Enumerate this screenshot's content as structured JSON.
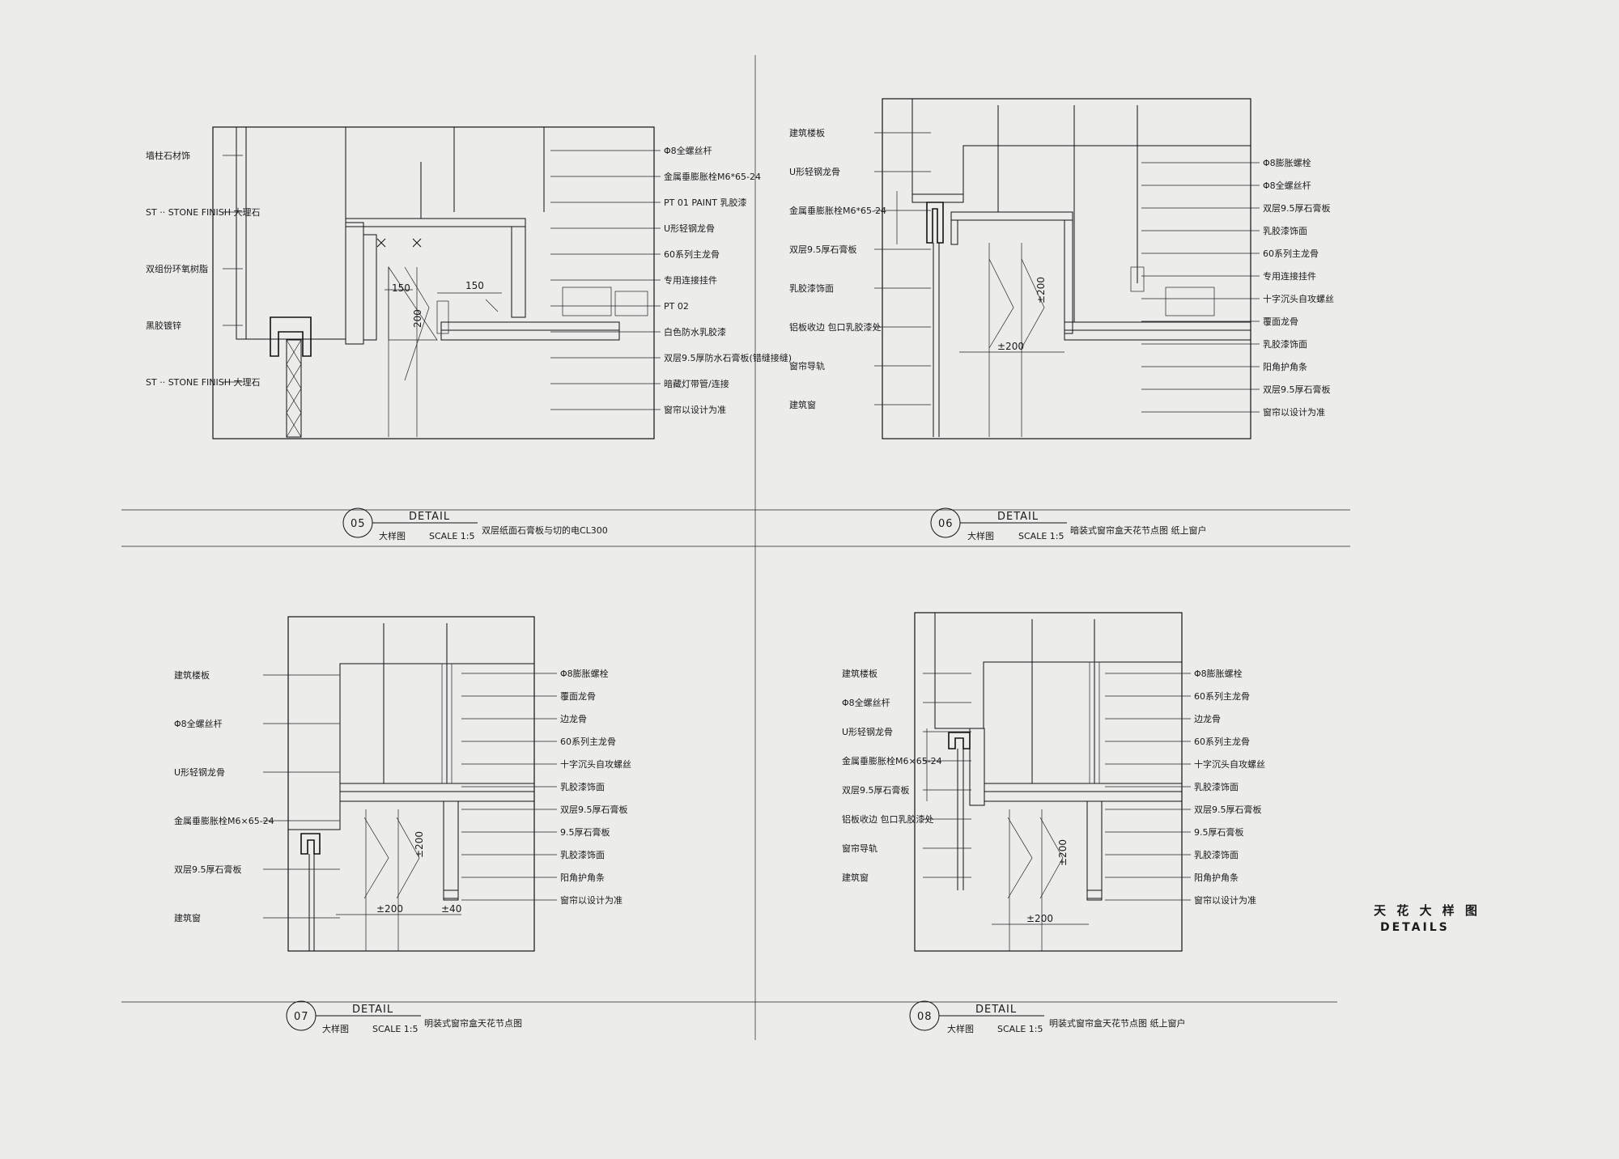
{
  "sheet": {
    "title_cn": "天 花 大 样 图",
    "title_en": "DETAILS"
  },
  "details": [
    {
      "id": "05",
      "num": "05",
      "heading": "DETAIL",
      "sub_cn": "大样图",
      "scale": "SCALE 1:5",
      "desc": "双层纸面石膏板与切的电CL300",
      "labels_left": [
        "墙柱石材饰",
        "ST ·· STONE FINISH 大理石",
        "双组份环氧树脂",
        "黑胶镀锌",
        "ST ·· STONE FINISH 大理石"
      ],
      "labels_right": [
        "Φ8全螺丝杆",
        "金属垂膨胀栓M6*65-24",
        "PT 01 PAINT 乳胶漆",
        "U形轻钢龙骨",
        "60系列主龙骨",
        "专用连接挂件",
        "PT 02",
        "白色防水乳胶漆",
        "双层9.5厚防水石膏板(错缝接缝)",
        "暗藏灯带管/连接",
        "窗帘以设计为准"
      ],
      "dims": [
        "150",
        "150",
        "200"
      ]
    },
    {
      "id": "06",
      "num": "06",
      "heading": "DETAIL",
      "sub_cn": "大样图",
      "scale": "SCALE 1:5",
      "desc": "暗装式窗帘盒天花节点图  纸上窗户",
      "labels_left": [
        "建筑楼板",
        "U形轻钢龙骨",
        "金属垂膨胀栓M6*65-24",
        "双层9.5厚石膏板",
        "乳胶漆饰面",
        "铝板收边 包口乳胶漆处",
        "窗帘导轨",
        "建筑窗"
      ],
      "labels_right": [
        "Φ8膨胀螺栓",
        "Φ8全螺丝杆",
        "双层9.5厚石膏板",
        "乳胶漆饰面",
        "60系列主龙骨",
        "专用连接挂件",
        "十字沉头自攻螺丝",
        "覆面龙骨",
        "乳胶漆饰面",
        "阳角护角条",
        "双层9.5厚石膏板",
        "窗帘以设计为准"
      ],
      "dims": [
        "±200",
        "±200"
      ]
    },
    {
      "id": "07",
      "num": "07",
      "heading": "DETAIL",
      "sub_cn": "大样图",
      "scale": "SCALE 1:5",
      "desc": "明装式窗帘盒天花节点图",
      "labels_left": [
        "建筑楼板",
        "Φ8全螺丝杆",
        "U形轻钢龙骨",
        "金属垂膨胀栓M6×65-24",
        "双层9.5厚石膏板",
        "建筑窗"
      ],
      "labels_right": [
        "Φ8膨胀螺栓",
        "覆面龙骨",
        "边龙骨",
        "60系列主龙骨",
        "十字沉头自攻螺丝",
        "乳胶漆饰面",
        "双层9.5厚石膏板",
        "9.5厚石膏板",
        "乳胶漆饰面",
        "阳角护角条",
        "窗帘以设计为准"
      ],
      "dims": [
        "±200",
        "±200",
        "±40"
      ]
    },
    {
      "id": "08",
      "num": "08",
      "heading": "DETAIL",
      "sub_cn": "大样图",
      "scale": "SCALE 1:5",
      "desc": "明装式窗帘盒天花节点图  纸上窗户",
      "labels_left": [
        "建筑楼板",
        "Φ8全螺丝杆",
        "U形轻钢龙骨",
        "金属垂膨胀栓M6×65-24",
        "双层9.5厚石膏板",
        "铝板收边 包口乳胶漆处",
        "窗帘导轨",
        "建筑窗"
      ],
      "labels_right": [
        "Φ8膨胀螺栓",
        "60系列主龙骨",
        "边龙骨",
        "60系列主龙骨",
        "十字沉头自攻螺丝",
        "乳胶漆饰面",
        "双层9.5厚石膏板",
        "9.5厚石膏板",
        "乳胶漆饰面",
        "阳角护角条",
        "窗帘以设计为准"
      ],
      "dims": [
        "±200",
        "±200"
      ]
    }
  ]
}
